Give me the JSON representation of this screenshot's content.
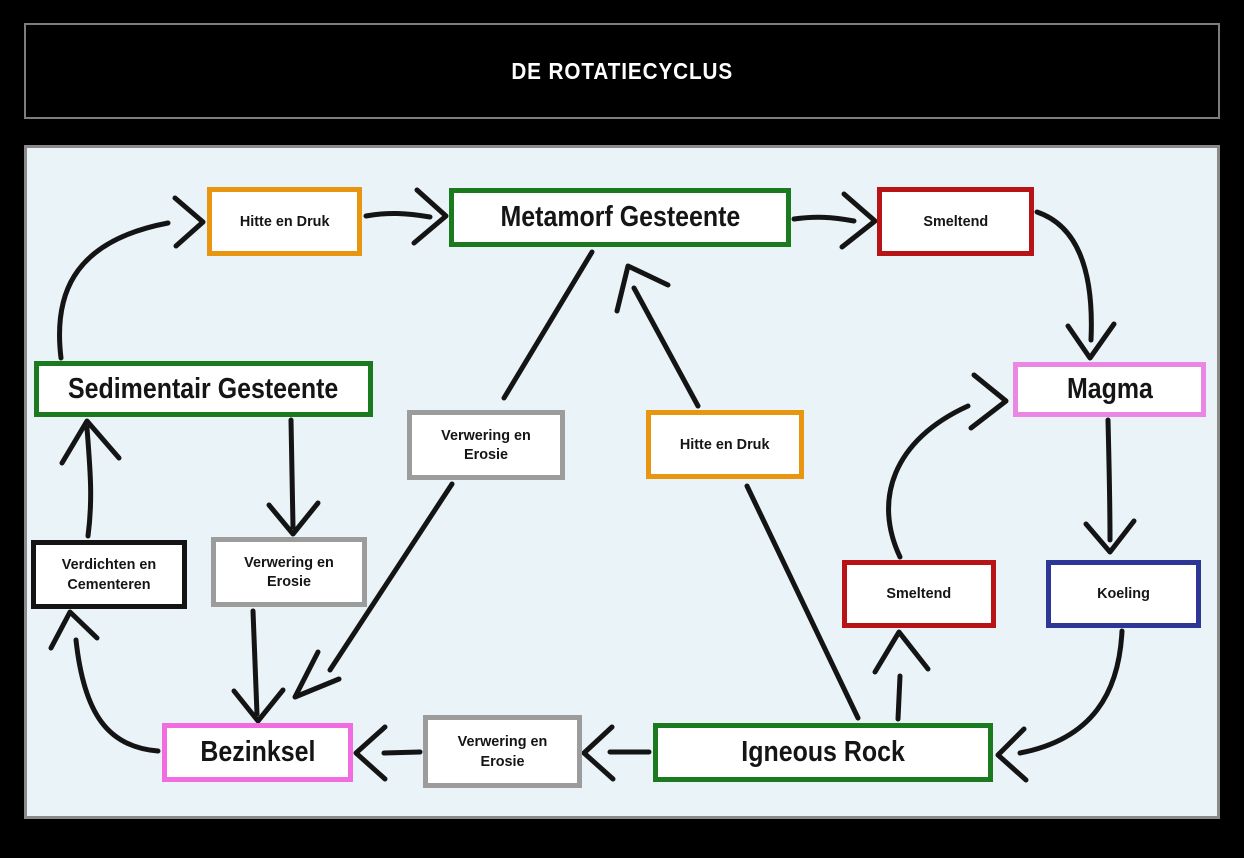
{
  "header": {
    "title": "DE ROTATIECYCLUS"
  },
  "colors": {
    "page_background": "#000000",
    "panel_background": "#e9f3f8",
    "panel_border": "#8a8a8a",
    "arrow": "#141414",
    "green": "#1a7a1d",
    "orange": "#e8950f",
    "red": "#b81418",
    "gray": "#9c9c9c",
    "black": "#141414",
    "violet": "#ea86e3",
    "pink": "#f06ce0",
    "blue": "#2f3796"
  },
  "diagram": {
    "nodes": [
      {
        "id": "hitte-druk-top",
        "label": "Hitte en Druk",
        "border_color": "#e8950f"
      },
      {
        "id": "metamorf",
        "label": "Metamorf Gesteente",
        "border_color": "#1a7a1d"
      },
      {
        "id": "smeltend-top",
        "label": "Smeltend",
        "border_color": "#b81418"
      },
      {
        "id": "magma",
        "label": "Magma",
        "border_color": "#ea86e3"
      },
      {
        "id": "sedimentair",
        "label": "Sedimentair Gesteente",
        "border_color": "#1a7a1d"
      },
      {
        "id": "verwering-center",
        "label": "Verwering en Erosie",
        "border_color": "#9c9c9c"
      },
      {
        "id": "hitte-druk-center",
        "label": "Hitte en Druk",
        "border_color": "#e8950f"
      },
      {
        "id": "verdichten",
        "label": "Verdichten en Cementeren",
        "border_color": "#141414"
      },
      {
        "id": "verwering-left",
        "label": "Verwering en Erosie",
        "border_color": "#9c9c9c"
      },
      {
        "id": "smeltend-center",
        "label": "Smeltend",
        "border_color": "#b81418"
      },
      {
        "id": "koeling",
        "label": "Koeling",
        "border_color": "#2f3796"
      },
      {
        "id": "bezinksel",
        "label": "Bezinksel",
        "border_color": "#f06ce0"
      },
      {
        "id": "verwering-bottom",
        "label": "Verwering en Erosie",
        "border_color": "#9c9c9c"
      },
      {
        "id": "igneous",
        "label": "Igneous Rock",
        "border_color": "#1a7a1d"
      }
    ],
    "edges": [
      {
        "from": "sedimentair",
        "to": "hitte-druk-top"
      },
      {
        "from": "hitte-druk-top",
        "to": "metamorf"
      },
      {
        "from": "metamorf",
        "to": "smeltend-top"
      },
      {
        "from": "smeltend-top",
        "to": "magma"
      },
      {
        "from": "magma",
        "to": "koeling"
      },
      {
        "from": "koeling",
        "to": "igneous"
      },
      {
        "from": "igneous",
        "to": "verwering-bottom"
      },
      {
        "from": "verwering-bottom",
        "to": "bezinksel"
      },
      {
        "from": "bezinksel",
        "to": "verdichten"
      },
      {
        "from": "verdichten",
        "to": "sedimentair"
      },
      {
        "from": "sedimentair",
        "to": "verwering-left"
      },
      {
        "from": "verwering-left",
        "to": "bezinksel"
      },
      {
        "from": "metamorf",
        "to": "bezinksel",
        "via": "verwering-center"
      },
      {
        "from": "igneous",
        "to": "metamorf",
        "via": "hitte-druk-center"
      },
      {
        "from": "igneous",
        "to": "smeltend-center"
      },
      {
        "from": "smeltend-center",
        "to": "magma"
      }
    ]
  }
}
